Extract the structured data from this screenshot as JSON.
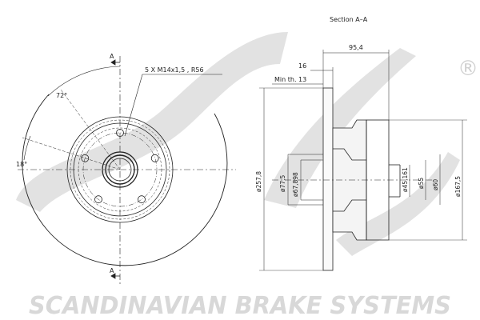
{
  "section_title": "Section A–A",
  "section_marker": "A",
  "bolt_spec": "5 X M14x1,5 , R56",
  "angles": {
    "primary": "72°",
    "secondary": "18°"
  },
  "dimensions": {
    "overall_height": "95,4",
    "disc_thickness": "16",
    "min_thickness": "Min th. 13",
    "outer_diameter": "ø257,8",
    "d_77_5": "ø77,5",
    "d_67_898": "ø67,898",
    "d_45_161": "ø45,161",
    "d_55": "ø55",
    "d_60": "ø60",
    "d_167_5": "ø167,5"
  },
  "brand": {
    "footer_text": "SCANDINAVIAN BRAKE SYSTEMS",
    "registered_mark": "®",
    "color": "#d8d8d8"
  },
  "colors": {
    "line": "#222222",
    "watermark": "#d8d8d8"
  }
}
